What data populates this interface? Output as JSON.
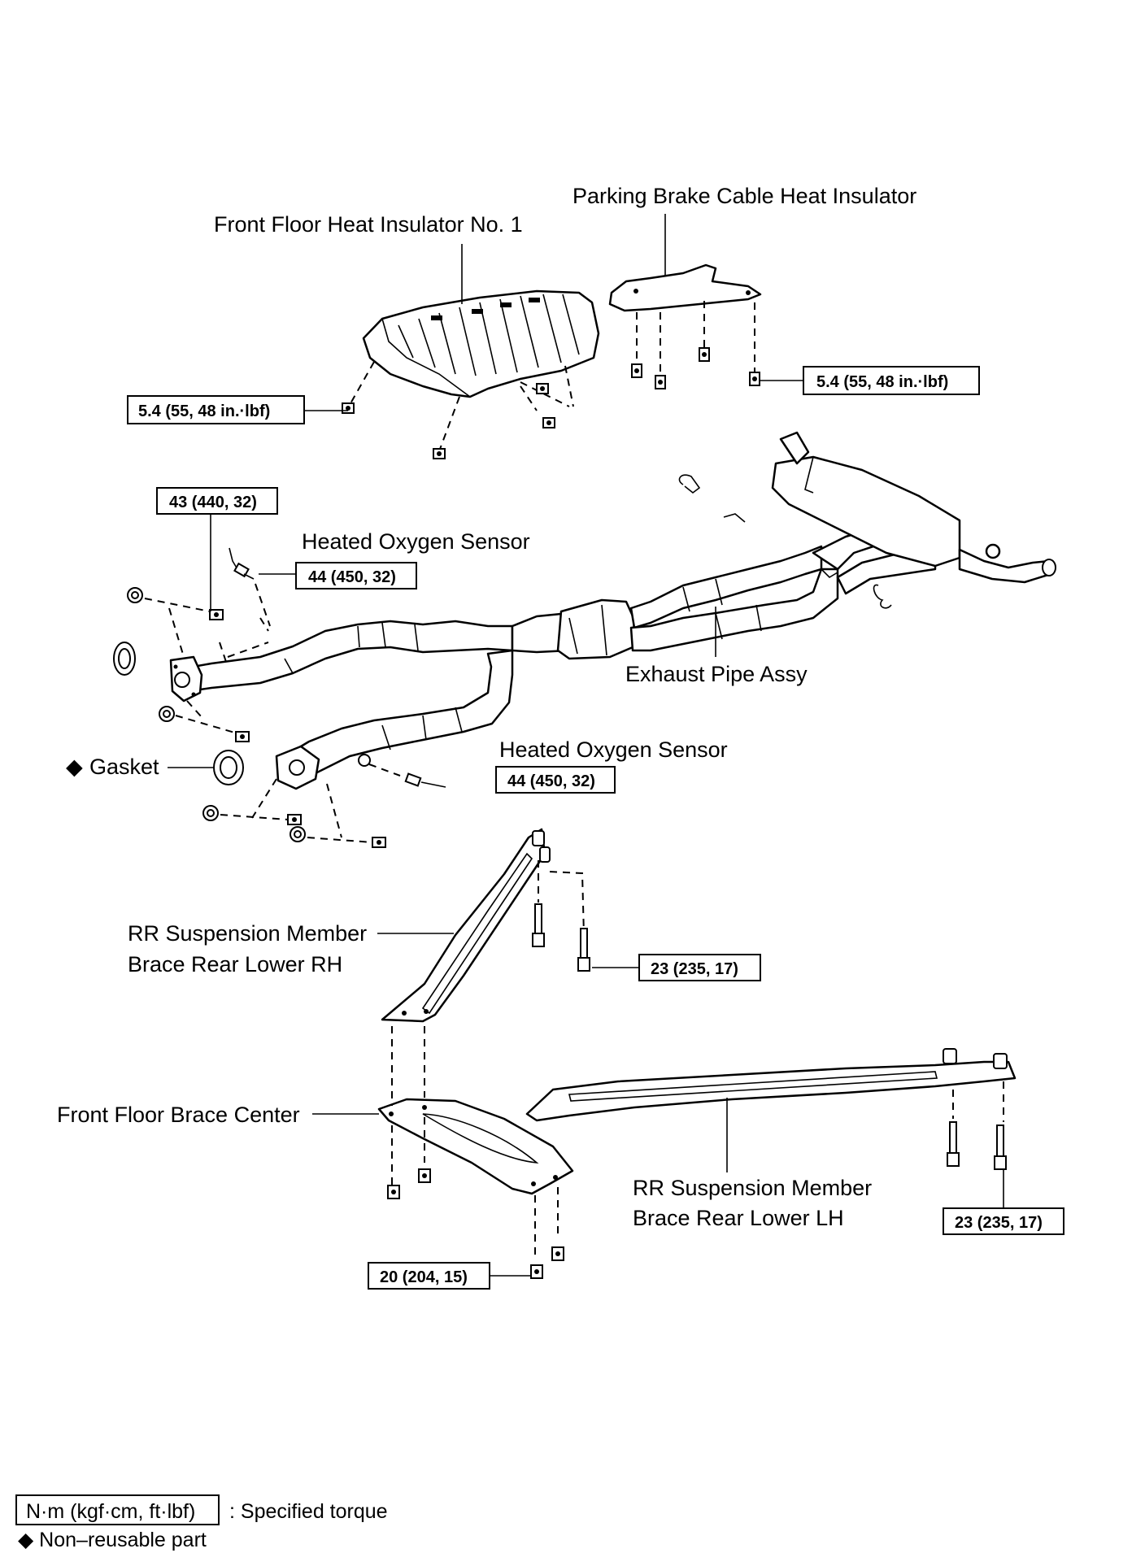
{
  "labels": {
    "front_floor_heat_insulator": "Front Floor Heat Insulator No. 1",
    "parking_brake_cable_heat_insulator": "Parking Brake Cable Heat Insulator",
    "heated_oxygen_sensor_upper": "Heated Oxygen Sensor",
    "heated_oxygen_sensor_lower": "Heated Oxygen Sensor",
    "exhaust_pipe_assy": "Exhaust Pipe Assy",
    "gasket": "Gasket",
    "rr_brace_rh_line1": "RR Suspension Member",
    "rr_brace_rh_line2": "Brace Rear Lower RH",
    "front_floor_brace_center": "Front Floor Brace Center",
    "rr_brace_lh_line1": "RR Suspension Member",
    "rr_brace_lh_line2": "Brace Rear Lower LH"
  },
  "torques": {
    "insulator_left": "5.4 (55, 48 in.·lbf)",
    "insulator_right": "5.4 (55, 48 in.·lbf)",
    "flange_bolt": "43 (440, 32)",
    "sensor_upper": "44 (450, 32)",
    "sensor_lower": "44 (450, 32)",
    "brace_rh": "23 (235, 17)",
    "brace_lh": "23 (235, 17)",
    "brace_center": "20 (204, 15)"
  },
  "legend": {
    "torque_box": "N·m (kgf·cm, ft·lbf)",
    "torque_desc": ": Specified torque",
    "nonreusable": "◆ Non–reusable part"
  },
  "symbols": {
    "nonreusable_mark": "◆"
  }
}
